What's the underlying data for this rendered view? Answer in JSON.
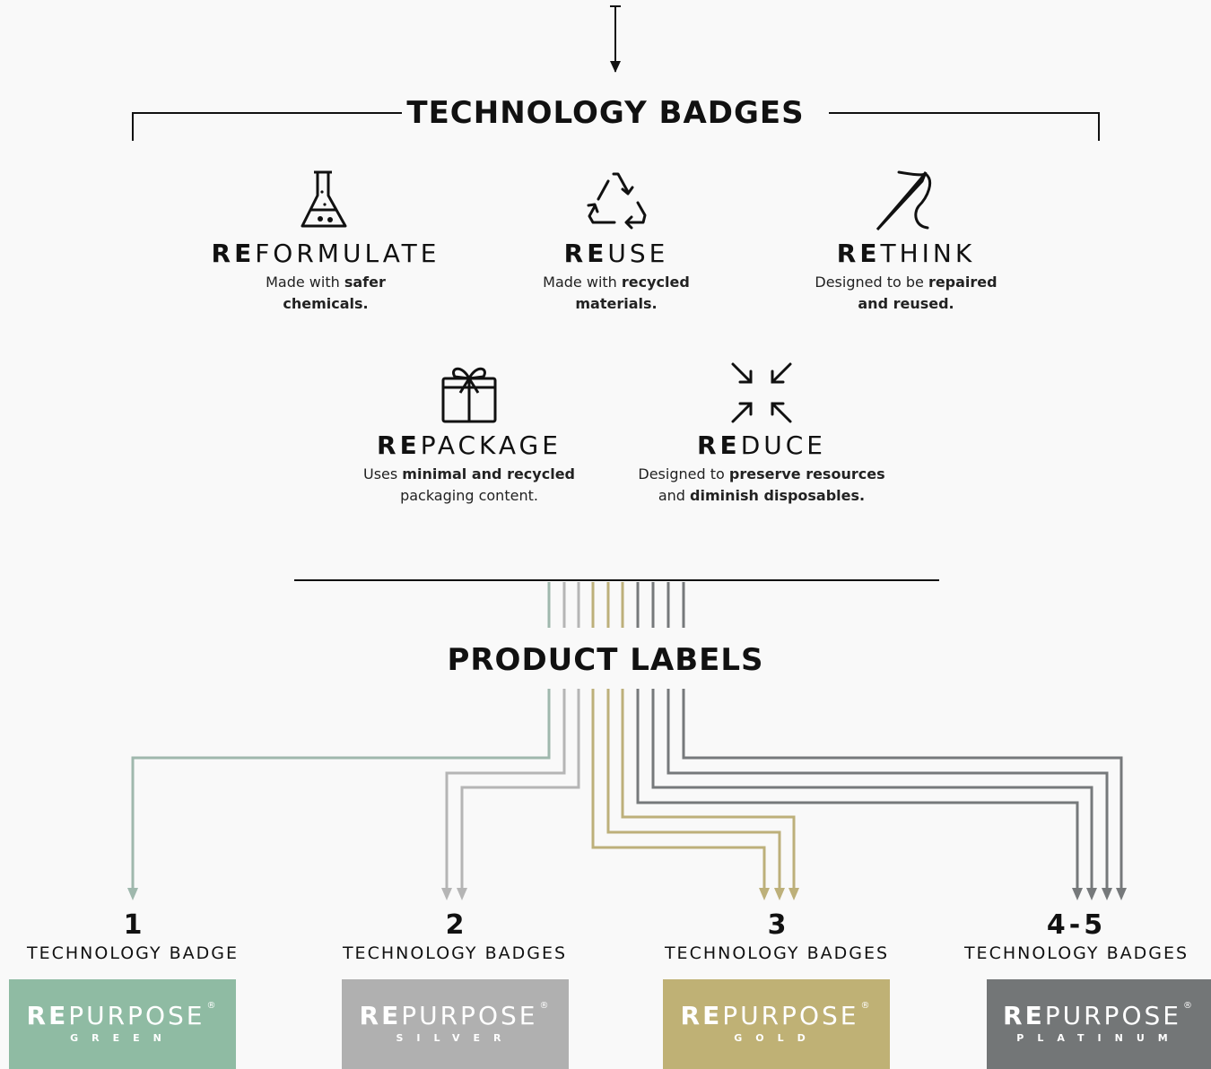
{
  "technology_badges_title": "TECHNOLOGY BADGES",
  "product_labels_title": "PRODUCT LABELS",
  "badges": [
    {
      "prefix": "RE",
      "suffix": "FORMULATE",
      "desc1_plain": "Made with ",
      "desc1_bold": "safer",
      "desc2_bold": "chemicals.",
      "desc2_plain": "",
      "icon": "flask-icon"
    },
    {
      "prefix": "RE",
      "suffix": "USE",
      "desc1_plain": "Made with ",
      "desc1_bold": "recycled",
      "desc2_bold": "materials.",
      "desc2_plain": "",
      "icon": "recycle-icon"
    },
    {
      "prefix": "RE",
      "suffix": "THINK",
      "desc1_plain": "Designed to be ",
      "desc1_bold": "repaired",
      "desc2_bold": "and reused.",
      "desc2_plain": "",
      "icon": "needle-thread-icon"
    },
    {
      "prefix": "RE",
      "suffix": "PACKAGE",
      "desc1_plain": "Uses ",
      "desc1_bold": "minimal and recycled",
      "desc2_plain": "packaging content.",
      "desc2_bold": "",
      "icon": "gift-box-icon"
    },
    {
      "prefix": "RE",
      "suffix": "DUCE",
      "desc1_plain": "Designed to ",
      "desc1_bold": "preserve resources",
      "desc2_plain": "and ",
      "desc2_bold": "diminish disposables.",
      "icon": "compress-arrows-icon"
    }
  ],
  "tiers": [
    {
      "count": "1",
      "label": "TECHNOLOGY BADGE",
      "logo_prefix": "RE",
      "logo_word": "PURPOSE",
      "logo_mark": "®",
      "logo_sub": "GREEN",
      "color": "#8fbba3"
    },
    {
      "count": "2",
      "label": "TECHNOLOGY BADGES",
      "logo_prefix": "RE",
      "logo_word": "PURPOSE",
      "logo_mark": "®",
      "logo_sub": "SILVER",
      "color": "#b0b0b0"
    },
    {
      "count": "3",
      "label": "TECHNOLOGY BADGES",
      "logo_prefix": "RE",
      "logo_word": "PURPOSE",
      "logo_mark": "®",
      "logo_sub": "GOLD",
      "color": "#bfb175"
    },
    {
      "count": "4-5",
      "label": "TECHNOLOGY BADGES",
      "logo_prefix": "RE",
      "logo_word": "PURPOSE",
      "logo_mark": "®",
      "logo_sub": "PLATINUM",
      "color": "#737677"
    }
  ],
  "wire_colors": {
    "green": "#9fb8ad",
    "silver": "#b5b5b5",
    "gold": "#bdb07a",
    "platinum": "#76797b"
  }
}
